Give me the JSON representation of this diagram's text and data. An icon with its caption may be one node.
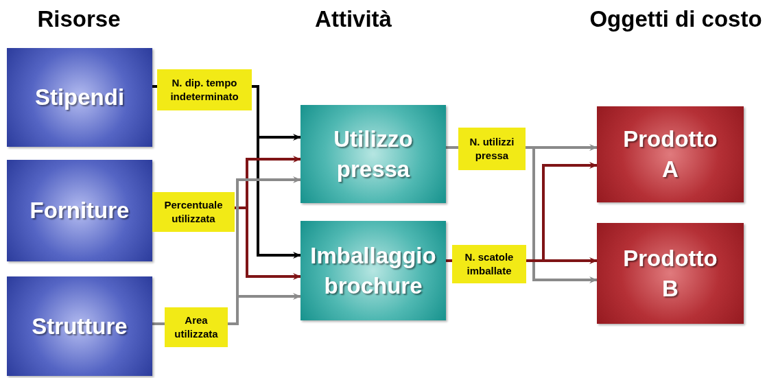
{
  "diagram": {
    "nodes": [
      {
        "text": [
          "Stipendi"
        ]
      },
      {
        "text": [
          "Forniture"
        ]
      },
      {
        "text": [
          "Strutture"
        ]
      },
      {
        "text": [
          "Utilizzo pressa"
        ]
      },
      {
        "text": [
          "Imballaggio brochure"
        ]
      },
      {
        "text": [
          "Prodotto A"
        ]
      },
      {
        "text": [
          "Prodotto B"
        ]
      }
    ],
    "edges": [
      {
        "from": 0,
        "to": 3,
        "arrow": "to",
        "label": "N. dip. tempo indeterminato",
        "color": "#000000"
      },
      {
        "from": 0,
        "to": 4,
        "arrow": "to",
        "color": "#000000"
      },
      {
        "from": 1,
        "to": 3,
        "arrow": "to",
        "label": "Percentuale utilizzata",
        "color": "#7f1416"
      },
      {
        "from": 1,
        "to": 4,
        "arrow": "to",
        "color": "#7f1416"
      },
      {
        "from": 2,
        "to": 3,
        "arrow": "to",
        "label": "Area utilizzata",
        "color": "#8a8a8a"
      },
      {
        "from": 2,
        "to": 4,
        "arrow": "to",
        "color": "#8a8a8a"
      },
      {
        "from": 3,
        "to": 5,
        "arrow": "to",
        "label": "N. utilizzi pressa",
        "color": "#8a8a8a"
      },
      {
        "from": 3,
        "to": 6,
        "arrow": "to",
        "color": "#8a8a8a"
      },
      {
        "from": 4,
        "to": 5,
        "arrow": "to",
        "label": "N. scatole imballate",
        "color": "#7f1416"
      },
      {
        "from": 4,
        "to": 6,
        "arrow": "to",
        "color": "#7f1416"
      }
    ],
    "labels": [
      "Risorse",
      "Attività",
      "Oggetti di costo"
    ]
  }
}
